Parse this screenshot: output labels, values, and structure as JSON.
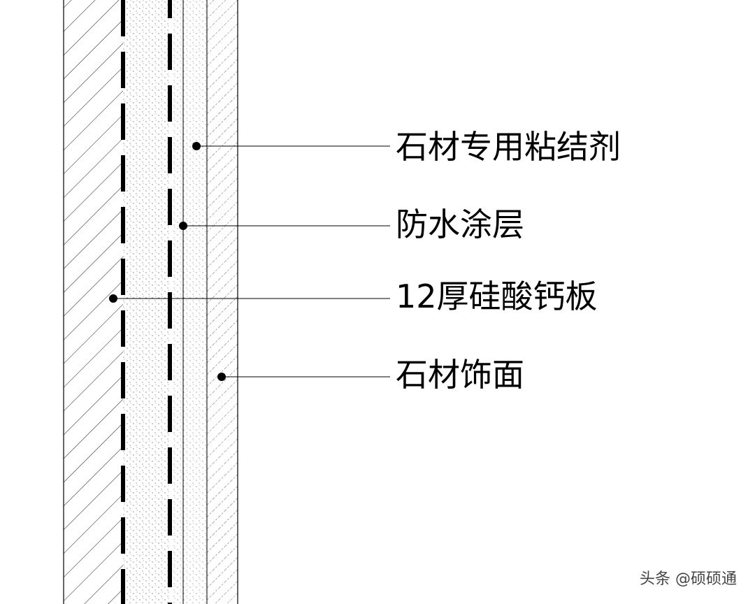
{
  "diagram": {
    "callouts": [
      {
        "id": "adhesive",
        "label": "石材专用粘结剂"
      },
      {
        "id": "waterproof",
        "label": "防水涂层"
      },
      {
        "id": "board",
        "label": "12厚硅酸钙板"
      },
      {
        "id": "stone",
        "label": "石材饰面"
      }
    ]
  },
  "watermark": {
    "text": "头条 @硕硕通"
  },
  "colors": {
    "line": "#000000",
    "background": "#ffffff",
    "watermark": "#444444"
  }
}
